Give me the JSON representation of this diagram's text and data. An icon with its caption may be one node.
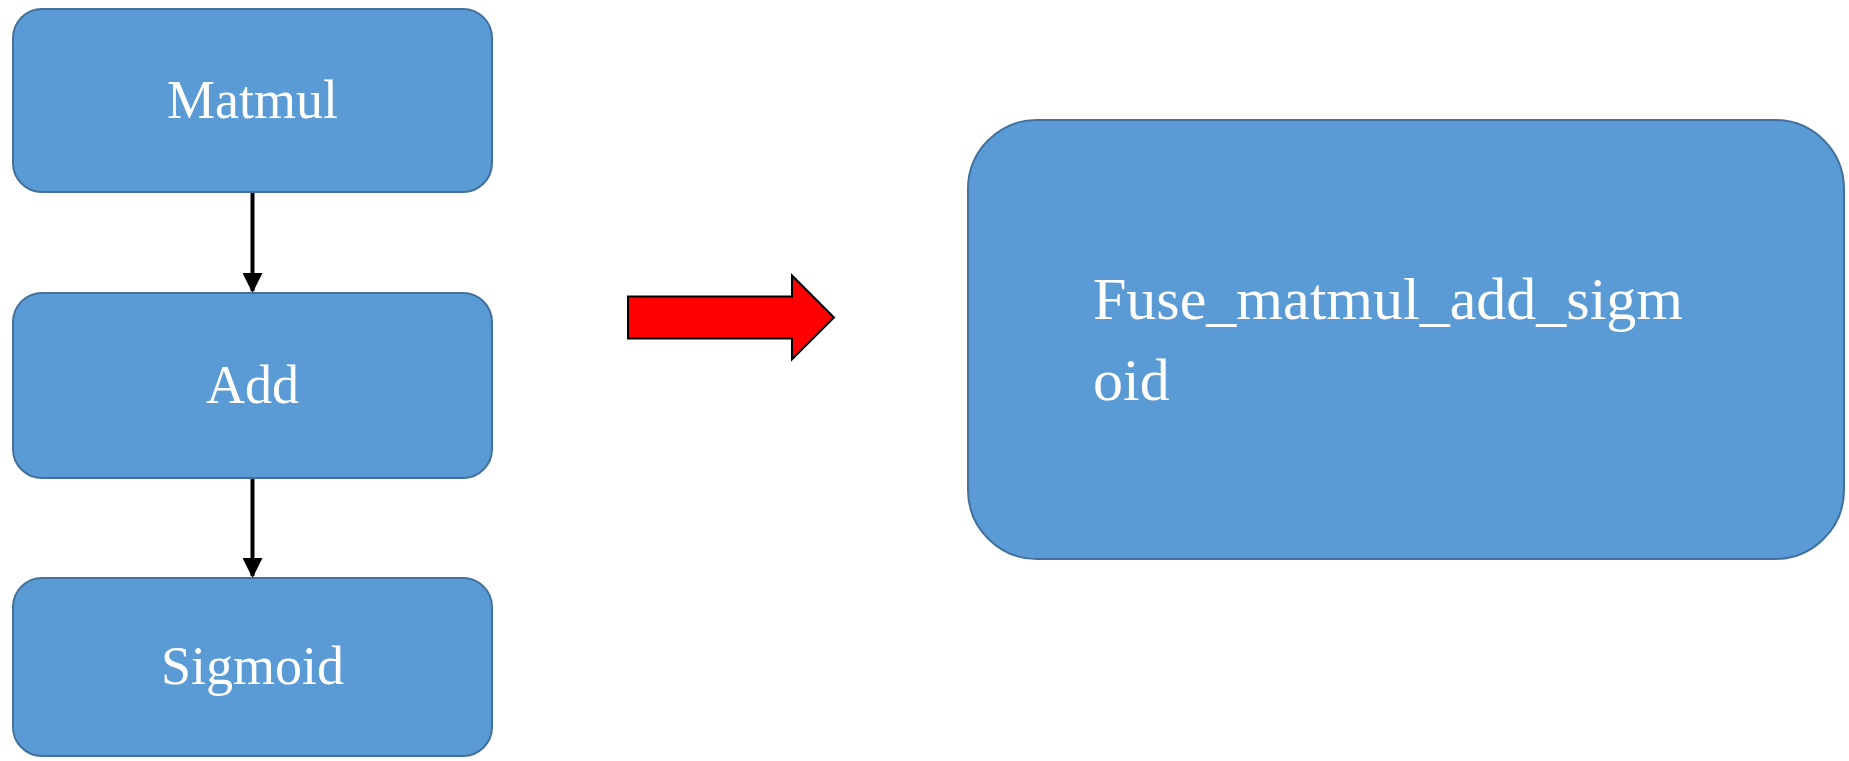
{
  "diagram": {
    "nodes": [
      {
        "text": [
          "Matmul"
        ]
      },
      {
        "text": [
          "Add"
        ]
      },
      {
        "text": [
          "Sigmoid"
        ]
      },
      {
        "text": [
          "Fuse_matmul_add_sigmoid"
        ]
      }
    ],
    "edges": [
      {
        "from": 0,
        "to": 1,
        "arrow": "to"
      },
      {
        "from": 1,
        "to": 2,
        "arrow": "to"
      },
      {
        "from": 1,
        "to": 3,
        "arrow": "to",
        "style": "thick",
        "color": "#ff0000"
      }
    ]
  }
}
